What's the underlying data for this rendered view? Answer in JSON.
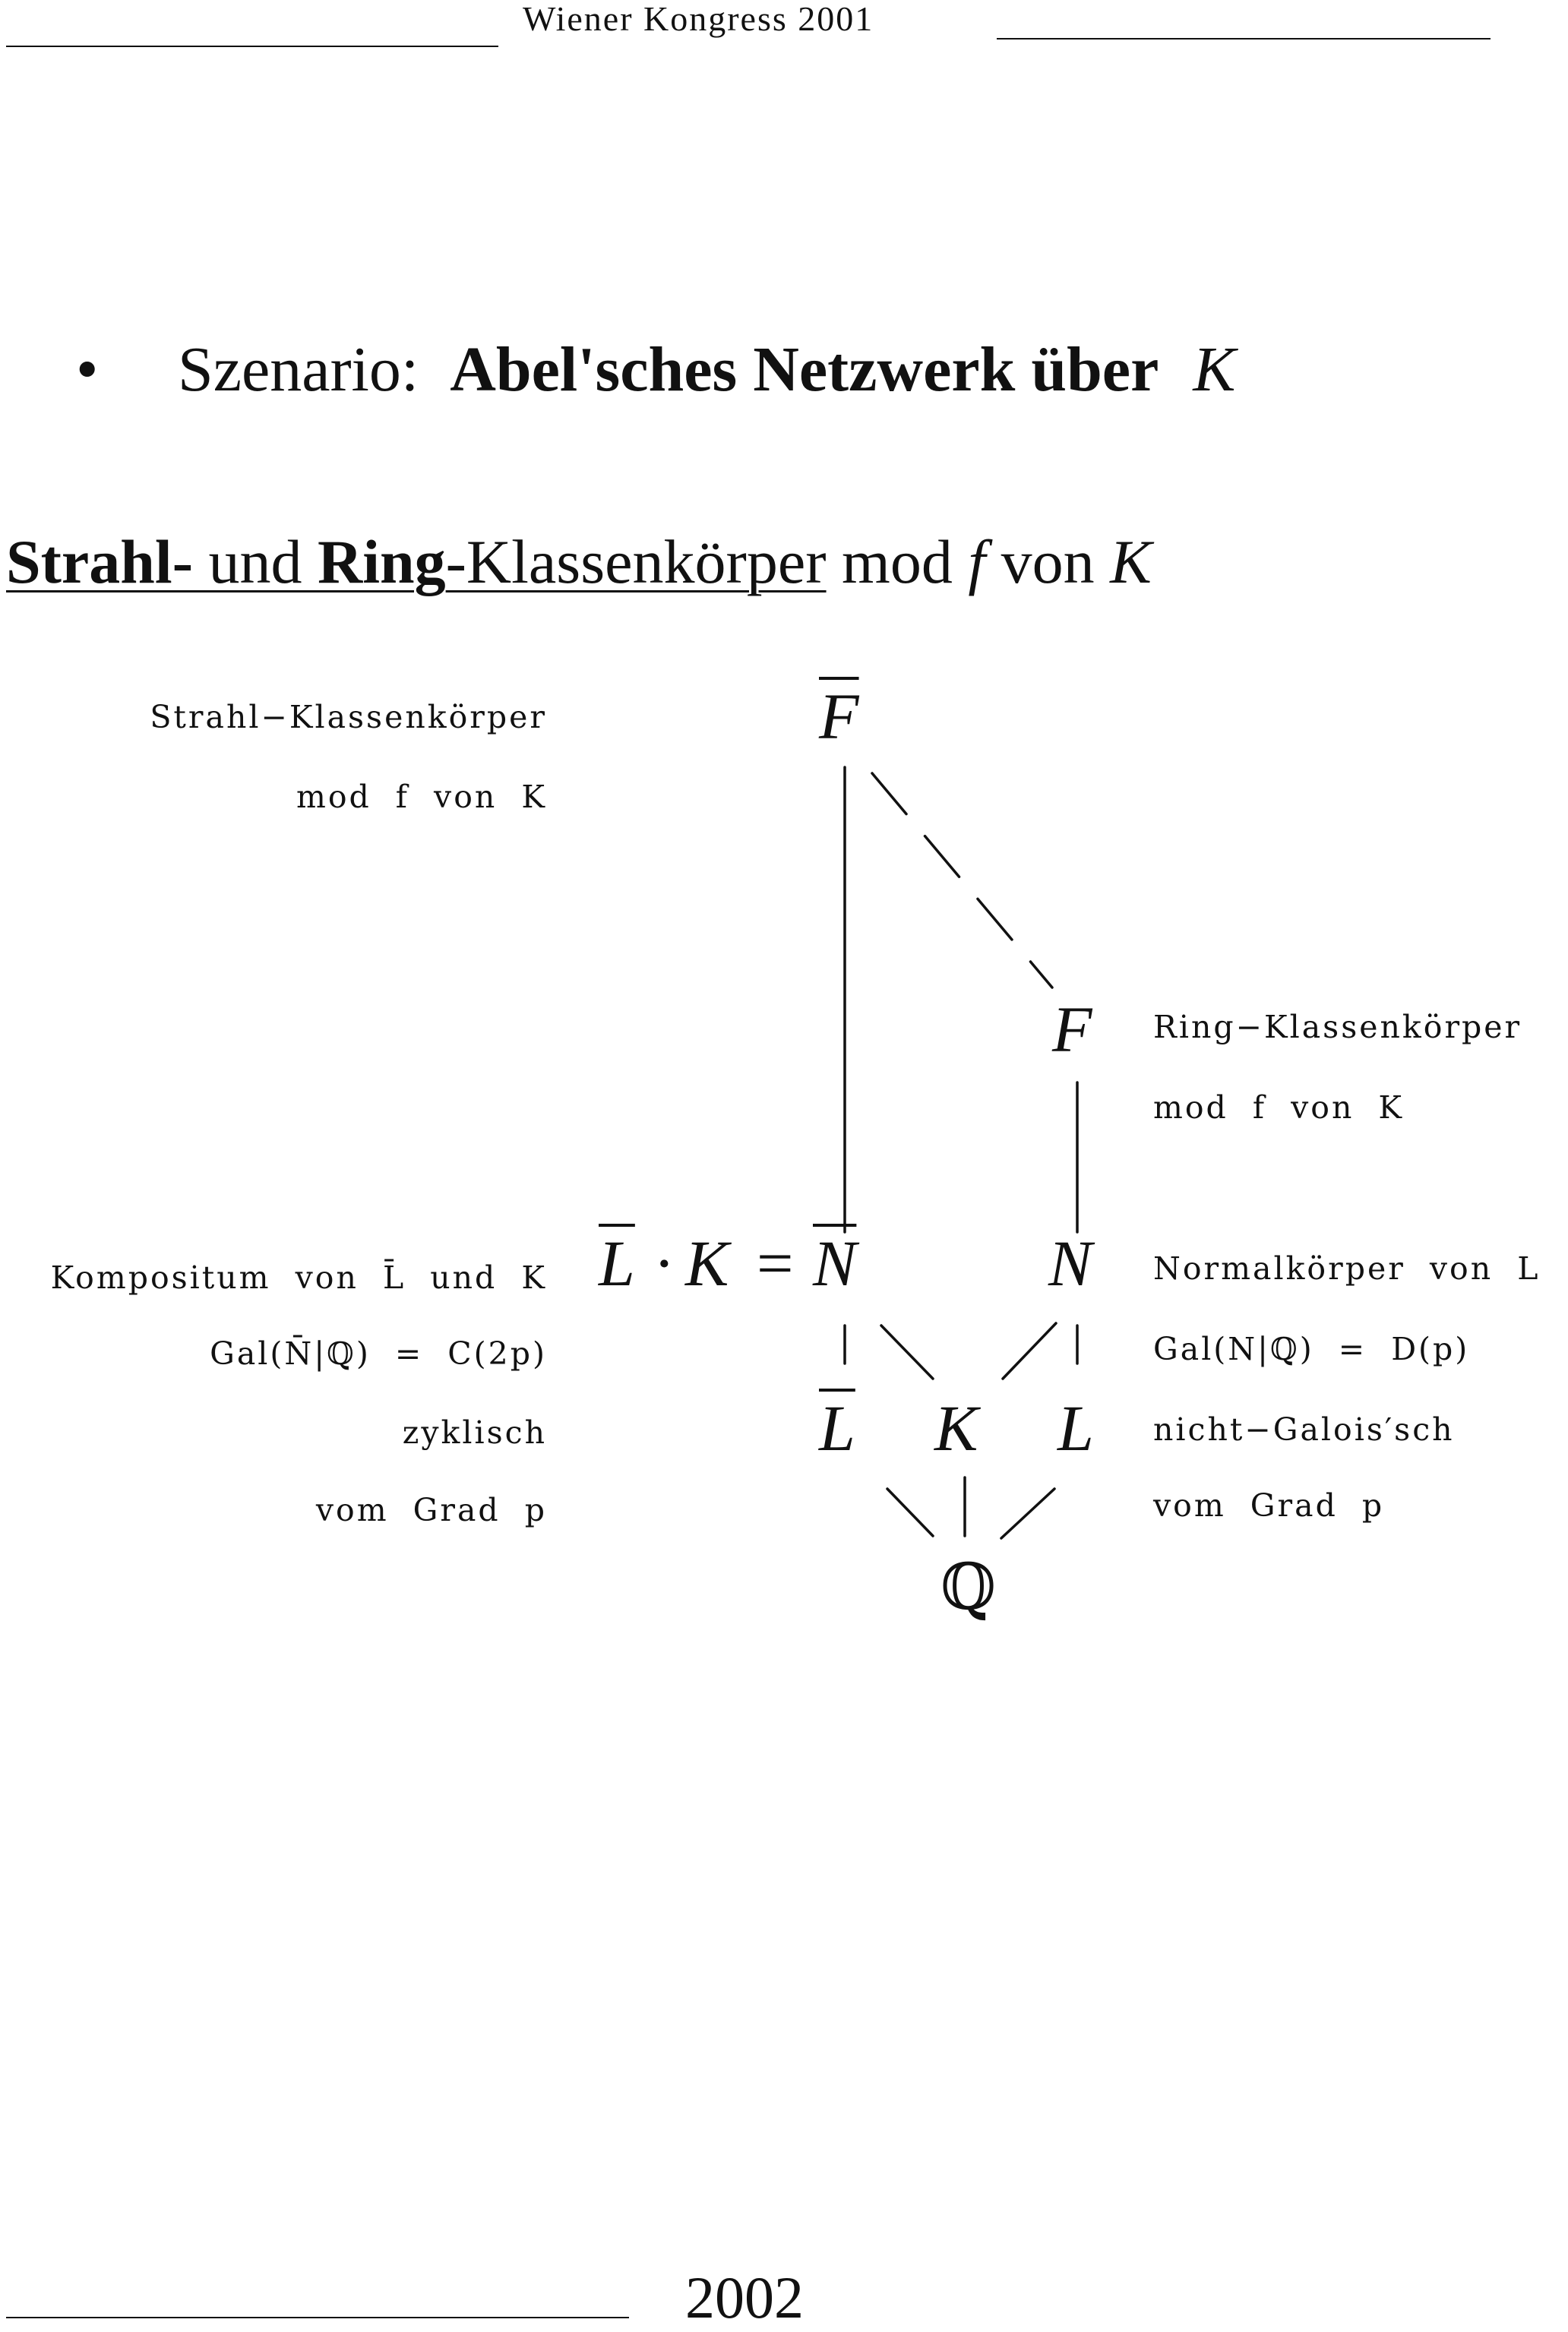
{
  "header": {
    "title": "Wiener Kongress 2001"
  },
  "bullet": {
    "symbol": "•",
    "prefix": "Szenario:",
    "bold": "Abel'sches Netzwerk über",
    "var": "K"
  },
  "heading": {
    "strahl": "Strahl-",
    "und": " und ",
    "ring": "Ring",
    "rest": "-Klassenkörper",
    "mod": " mod ",
    "f": "f",
    "von": " von ",
    "K": "K"
  },
  "left_labels": {
    "strahl_1": "Strahl−Klassenkörper",
    "strahl_2": "mod  f  von  K",
    "komp_1": "Kompositum  von  L̄  und  K",
    "komp_2": "Gal(N̄|ℚ)  =  C(2p)",
    "komp_3": "zyklisch",
    "komp_4": "vom  Grad  p"
  },
  "right_labels": {
    "ring_1": "Ring−Klassenkörper",
    "ring_2": "mod  f  von  K",
    "norm_1": "Normalkörper  von  L",
    "norm_2": "Gal(N|ℚ)  =  D(p)",
    "norm_3": "nicht−Galois′sch",
    "norm_4": "vom  Grad  p"
  },
  "nodes": {
    "F_bar": "F",
    "F": "F",
    "L_bar_1": "L",
    "dot": "·",
    "K_1": "K",
    "equals": "=",
    "N_bar": "N",
    "N": "N",
    "L_bar_2": "L",
    "K_2": "K",
    "L": "L",
    "Q": "ℚ"
  },
  "footer": {
    "year": "2002"
  }
}
